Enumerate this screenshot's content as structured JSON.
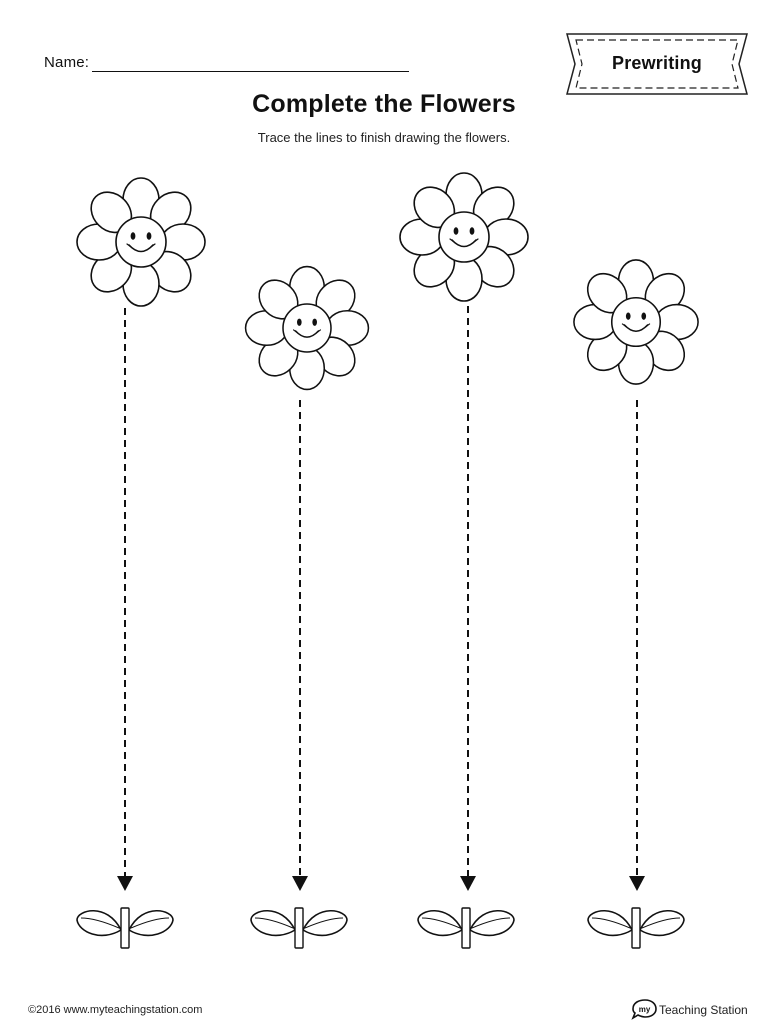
{
  "header": {
    "name_label": "Name:",
    "badge_label": "Prewriting"
  },
  "title": "Complete the Flowers",
  "instructions": "Trace the lines to finish drawing the flowers.",
  "worksheet": {
    "flower_count": 4,
    "icons": [
      "flower-icon",
      "arrow-down-icon",
      "leaves-icon"
    ]
  },
  "footer": {
    "copyright": "©2016 www.myteachingstation.com",
    "brand_logo_text": "my",
    "brand": "Teaching Station"
  }
}
